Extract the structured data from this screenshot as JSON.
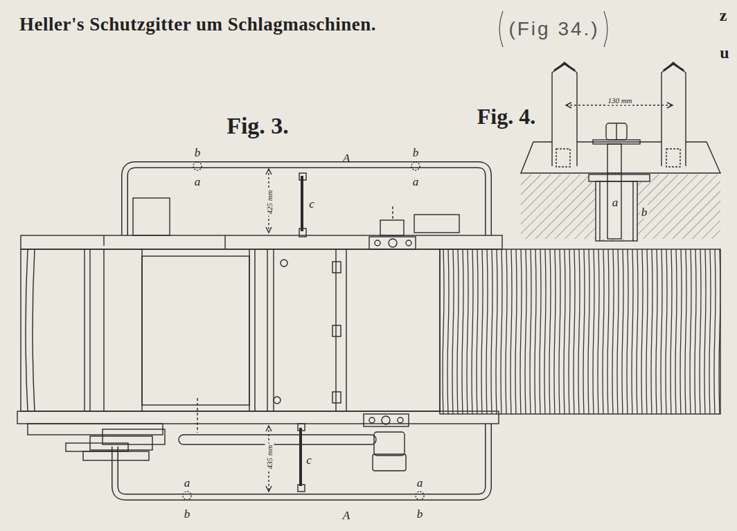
{
  "diagram": {
    "title": "Heller's Schutzgitter um Schlagmaschinen.",
    "labels": [
      "(Fig 34.)",
      "z",
      "u",
      "Fig. 3.",
      "Fig. 4.",
      "130 mm",
      "b",
      "A",
      "b",
      "a",
      "a",
      "425 mm",
      "c",
      "a",
      "b",
      "c",
      "435 mm",
      "a",
      "a",
      "b",
      "A",
      "b"
    ]
  }
}
